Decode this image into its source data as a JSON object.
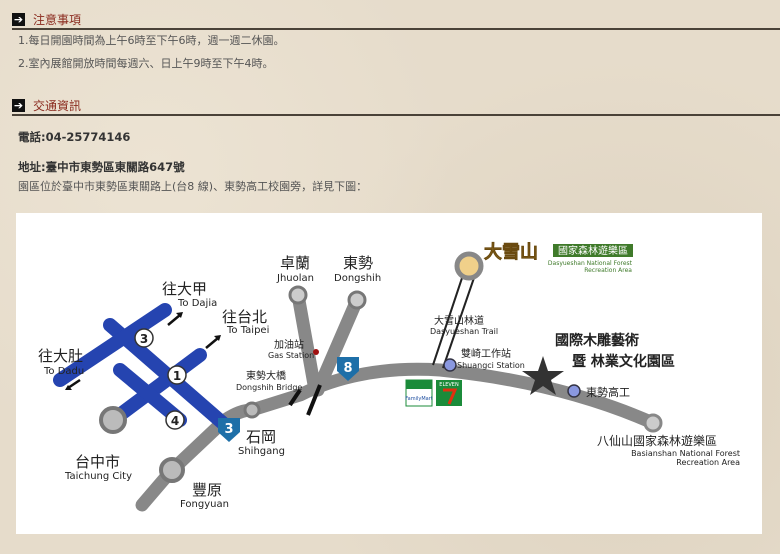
{
  "notice": {
    "title": "注意事項",
    "lines": [
      "1.每日開園時間為上午6時至下午6時，週一週二休園。",
      "2.室內展館開放時間每週六、日上午9時至下午4時。"
    ]
  },
  "traffic": {
    "title": "交通資訊",
    "phone": "電話:04-25774146",
    "address": "地址:臺中市東勢區東關路647號",
    "description": "園區位於臺中市東勢區東關路上(台8 線)、東勢高工校園旁，詳見下圖："
  },
  "map": {
    "dajia_zh": "往大甲",
    "dajia_en": "To Dajia",
    "taipei_zh": "往台北",
    "taipei_en": "To Taipei",
    "dadu_zh": "往大肚",
    "dadu_en": "To Dadu",
    "taichung_zh": "台中市",
    "taichung_en": "Taichung City",
    "fongyuan_zh": "豐原",
    "fongyuan_en": "Fongyuan",
    "shihgang_zh": "石岡",
    "shihgang_en": "Shihgang",
    "bridge_zh": "東勢大橋",
    "bridge_en": "Dongshih Bridge",
    "gas_zh": "加油站",
    "gas_en": "Gas Station",
    "jhuolan_zh": "卓蘭",
    "jhuolan_en": "Jhuolan",
    "dongshih_zh": "東勢",
    "dongshih_en": "Dongshih",
    "trail_zh": "大雪山林道",
    "trail_en": "Dasyueshan Trail",
    "station_zh": "雙崎工作站",
    "station_en": "Shuangci Station",
    "dasyueshan_logo": "大雪山",
    "dasyueshan_zh": "國家森林遊樂區",
    "dasyueshan_en1": "Dasyueshan National Forest",
    "dasyueshan_en2": "Recreation Area",
    "park_line1": "國際木雕藝術",
    "park_line2": "暨 林業文化園區",
    "school": "東勢高工",
    "basianshan_zh": "八仙山國家森林遊樂區",
    "basianshan_en1": "Basianshan National Forest",
    "basianshan_en2": "Recreation Area",
    "route3": "3",
    "route8": "8",
    "r1": "1",
    "r3": "3",
    "r4": "4",
    "familymart": "FamilyMart",
    "seven": "ELEVEN"
  }
}
